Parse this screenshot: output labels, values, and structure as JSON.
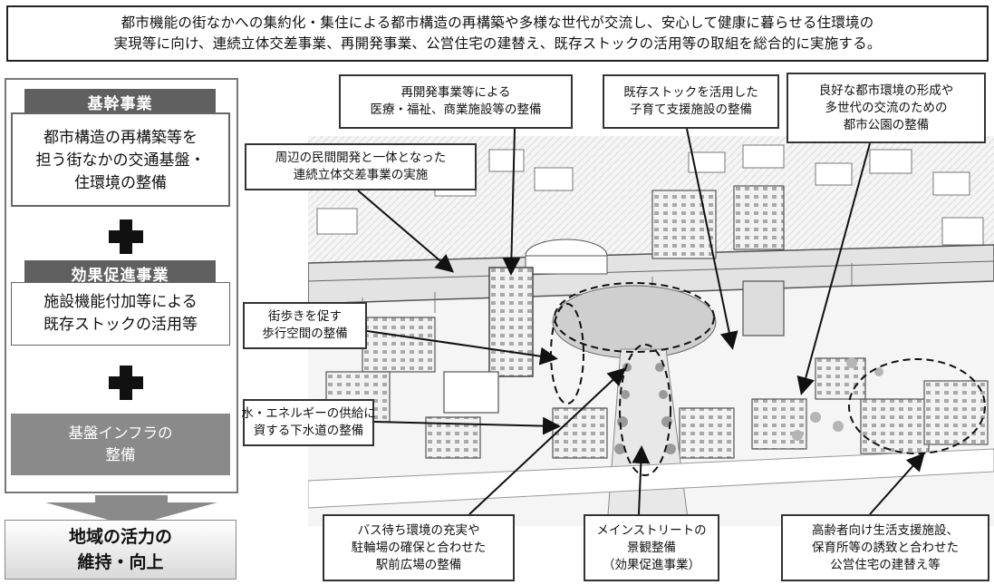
{
  "header": {
    "line1": "都市機能の街なかへの集約化・集住による都市構造の再構築や多様な世代が交流し、安心して健康に暮らせる住環境の",
    "line2": "実現等に向け、連続立体交差事業、再開発事業、公営住宅の建替え、既存ストックの活用等の取組を総合的に実施する。"
  },
  "left_panel": {
    "section1": {
      "label": "基幹事業",
      "lines": [
        "都市構造の再構築等を",
        "担う街なかの交通基盤・",
        "住環境の整備"
      ]
    },
    "section2": {
      "label": "効果促進事業",
      "lines": [
        "施設機能付加等による",
        "既存ストックの活用等"
      ]
    },
    "section3": {
      "lines": [
        "基盤インフラの",
        "整備"
      ]
    },
    "result": {
      "lines": [
        "地域の活力の",
        "維持・向上"
      ]
    }
  },
  "callouts": {
    "redevelopment": [
      "再開発事業等による",
      "医療・福祉、商業施設等の整備"
    ],
    "childcare": [
      "既存ストックを活用した",
      "子育て支援施設の整備"
    ],
    "park": [
      "良好な都市環境の形成や",
      "多世代の交流のための",
      "都市公園の整備"
    ],
    "grade_separation": [
      "周辺の民間開発と一体となった",
      "連続立体交差事業の実施"
    ],
    "walkway": [
      "街歩きを促す",
      "歩行空間の整備"
    ],
    "sewer": [
      "水・エネルギーの供給に",
      "資する下水道の整備"
    ],
    "bus_plaza": [
      "バス待ち環境の充実や",
      "駐輪場の確保と合わせた",
      "駅前広場の整備"
    ],
    "main_street": [
      "メインストリートの",
      "景観整備",
      "（効果促進事業）"
    ],
    "public_housing": [
      "高齢者向け生活支援施設、",
      "保育所等の誘致と合わせた",
      "公営住宅の建替え等"
    ]
  },
  "colors": {
    "section_label_bg": "#606060",
    "infra_box_bg": "#8a8a8a",
    "border": "#333333"
  }
}
